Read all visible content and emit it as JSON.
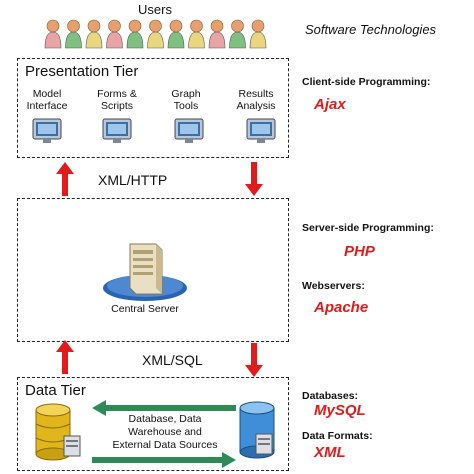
{
  "header": {
    "users_label": "Users",
    "software_tech_label": "Software Technologies"
  },
  "users": {
    "colors": [
      "#e8a4a4",
      "#7fbf7f",
      "#e8d77f",
      "#e8a4a4",
      "#7fbf7f",
      "#e8d77f",
      "#7fbf7f",
      "#e8d77f",
      "#e8a4a4",
      "#7fbf7f",
      "#e8d77f"
    ]
  },
  "presentation_tier": {
    "title": "Presentation Tier",
    "columns": [
      {
        "line1": "Model",
        "line2": "Interface"
      },
      {
        "line1": "Forms &",
        "line2": "Scripts"
      },
      {
        "line1": "Graph",
        "line2": "Tools"
      },
      {
        "line1": "Results",
        "line2": "Analysis"
      }
    ]
  },
  "protocols": {
    "top": "XML/HTTP",
    "bottom": "XML/SQL"
  },
  "middle_tier": {
    "server_label": "Central Server"
  },
  "data_tier": {
    "title": "Data Tier",
    "arrow_text_line1": "Database, Data",
    "arrow_text_line2": "Warehouse and",
    "arrow_text_line3": "External Data Sources"
  },
  "technologies": {
    "client_side": {
      "heading": "Client-side Programming:",
      "value": "Ajax"
    },
    "server_side": {
      "heading": "Server-side Programming:",
      "value": "PHP"
    },
    "webservers": {
      "heading": "Webservers:",
      "value": "Apache"
    },
    "databases": {
      "heading": "Databases:",
      "value": "MySQL"
    },
    "data_formats": {
      "heading": "Data Formats:",
      "value": "XML"
    }
  },
  "colors": {
    "accent_red": "#e11b1b",
    "arrow_green": "#2e8b57"
  }
}
